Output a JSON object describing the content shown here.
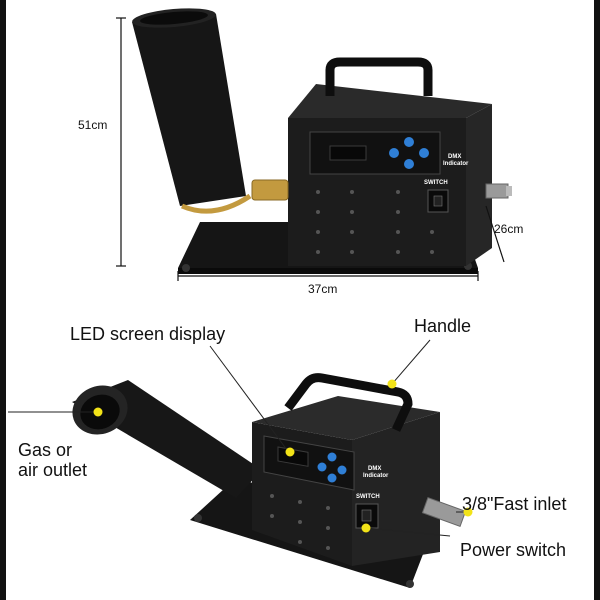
{
  "dimensions": {
    "height": "51cm",
    "width": "37cm",
    "depth": "26cm"
  },
  "device_text": {
    "dmx_indicator_line1": "DMX",
    "dmx_indicator_line2": "Indicator",
    "switch": "SWITCH"
  },
  "callouts": {
    "led_screen_display": "LED screen display",
    "handle": "Handle",
    "gas_outlet_line1": "Gas or",
    "gas_outlet_line2": "air outlet",
    "fast_inlet": "3/8\"Fast inlet",
    "power_switch": "Power switch"
  },
  "colors": {
    "marker": "#f2e318",
    "body": "#1c1c1c",
    "buttons": "#2f7fd6",
    "brass": "#c39a3f"
  }
}
